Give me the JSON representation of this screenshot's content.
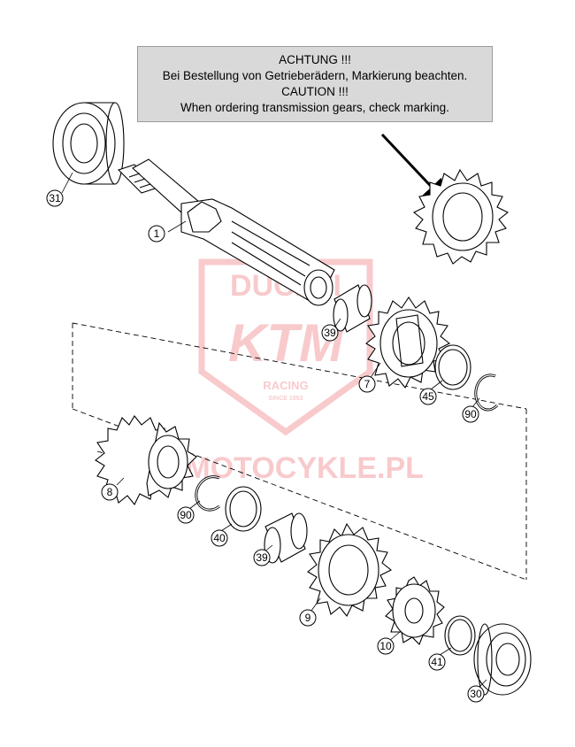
{
  "notice": {
    "line1": "ACHTUNG !!!",
    "line2": "Bei Bestellung von Getrieberädern, Markierung beachten.",
    "line3": "CAUTION !!!",
    "line4": "When ordering transmission gears, check marking."
  },
  "watermark": {
    "top": "DUCATI",
    "brand": "KTM",
    "racing": "RACING",
    "since": "SINCE 1953",
    "site": "MMOTOCYKLE.PL",
    "color": "#e8454a"
  },
  "parts": [
    {
      "label": "31"
    },
    {
      "label": "1"
    },
    {
      "label": "39"
    },
    {
      "label": "7"
    },
    {
      "label": "45"
    },
    {
      "label": "90"
    },
    {
      "label": "8"
    },
    {
      "label": "90"
    },
    {
      "label": "40"
    },
    {
      "label": "39"
    },
    {
      "label": "9"
    },
    {
      "label": "10"
    },
    {
      "label": "41"
    },
    {
      "label": "30"
    }
  ]
}
